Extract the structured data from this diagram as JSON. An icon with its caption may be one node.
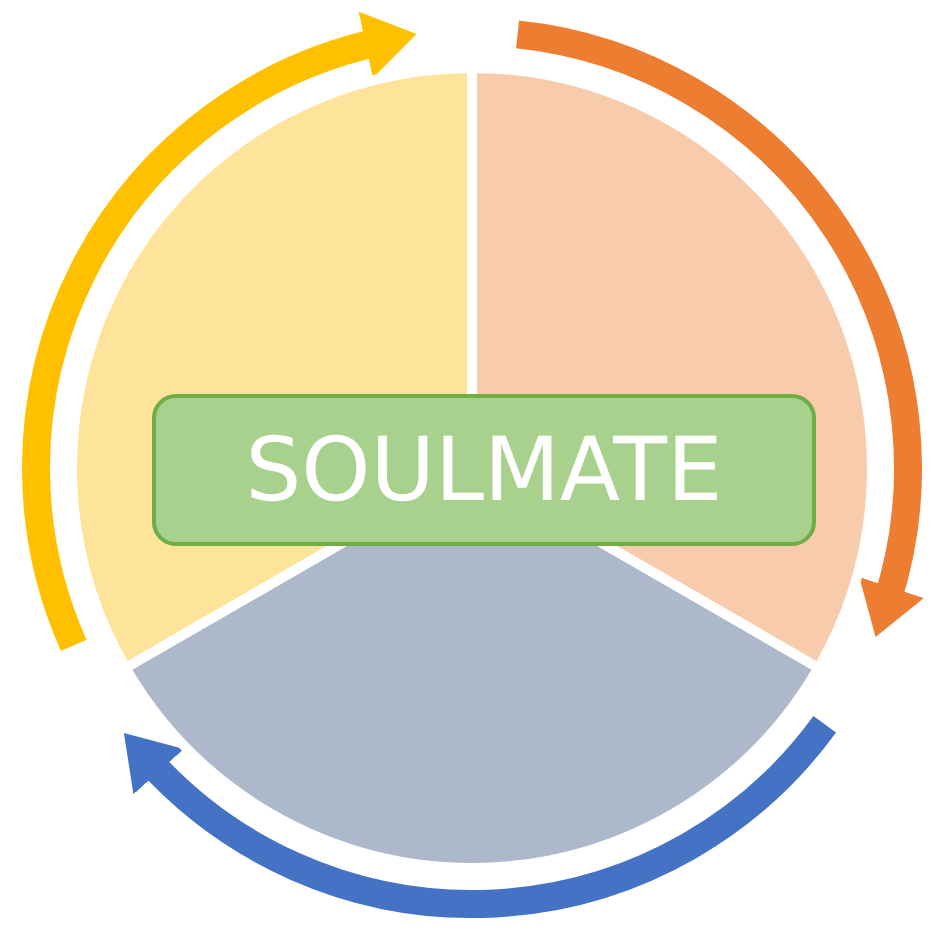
{
  "diagram": {
    "nodes": [
      {
        "text": [],
        "shape": "circle"
      },
      {
        "text": [
          "SOULMATE"
        ],
        "in": 0
      }
    ]
  }
}
